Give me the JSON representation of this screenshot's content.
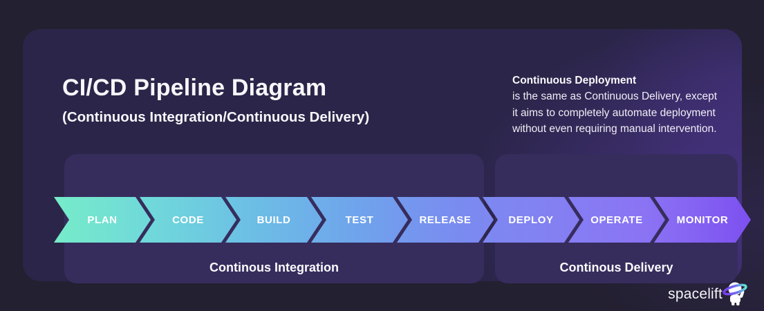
{
  "header": {
    "title": "CI/CD Pipeline Diagram",
    "subtitle": "(Continuous Integration/Continuous Delivery)"
  },
  "note": {
    "heading": "Continuous Deployment",
    "lines": [
      "is the same as Continuous Delivery, except",
      "it aims to completely automate deployment",
      "without even requiring manual intervention."
    ]
  },
  "pipeline": {
    "stages": [
      {
        "label": "PLAN",
        "color": "#73E6CB"
      },
      {
        "label": "CODE",
        "color": "#6FCFDE"
      },
      {
        "label": "BUILD",
        "color": "#6DB1E8"
      },
      {
        "label": "TEST",
        "color": "#719CEE"
      },
      {
        "label": "RELEASE",
        "color": "#7B8BF0"
      },
      {
        "label": "DEPLOY",
        "color": "#8381F2"
      },
      {
        "label": "OPERATE",
        "color": "#8A74F4"
      },
      {
        "label": "MONITOR",
        "color": "#7D50F0"
      }
    ],
    "groups": [
      {
        "label": "Continous Integration"
      },
      {
        "label": "Continous Delivery"
      }
    ],
    "gradient_start": "#76ECC9",
    "gradient_end": "#7D50F0"
  },
  "footer": {
    "brand": "spacelift",
    "logo_icon": "astronaut-saturn-icon"
  },
  "colors": {
    "page_background": "#232031",
    "card_background": "#2B2549",
    "panel_background": "#362D5D",
    "glow_accent": "#7C4DF0",
    "text_primary": "#F7F6FA"
  }
}
